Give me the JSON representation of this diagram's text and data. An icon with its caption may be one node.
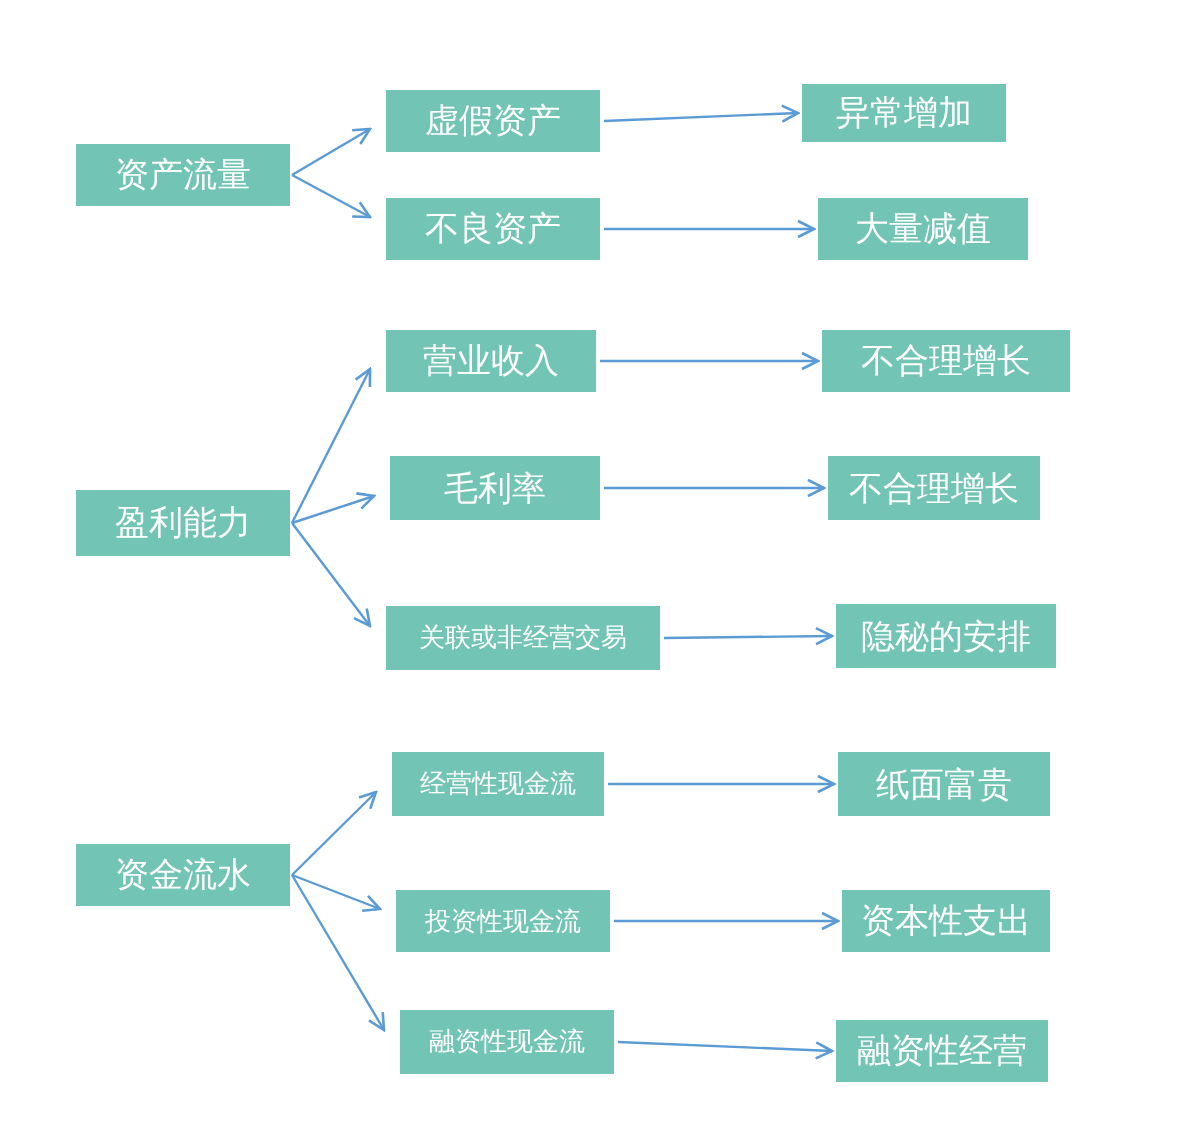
{
  "diagram": {
    "nodes": [
      {
        "text": [
          "资产流量"
        ]
      },
      {
        "text": [
          "虚假资产"
        ]
      },
      {
        "text": [
          "不良资产"
        ]
      },
      {
        "text": [
          "异常增加"
        ]
      },
      {
        "text": [
          "大量减值"
        ]
      },
      {
        "text": [
          "盈利能力"
        ]
      },
      {
        "text": [
          "营业收入"
        ]
      },
      {
        "text": [
          "毛利率"
        ]
      },
      {
        "text": [
          "关联或非经营交易"
        ]
      },
      {
        "text": [
          "不合理增长"
        ]
      },
      {
        "text": [
          "不合理增长"
        ]
      },
      {
        "text": [
          "隐秘的安排"
        ]
      },
      {
        "text": [
          "资金流水"
        ]
      },
      {
        "text": [
          "经营性现金流"
        ]
      },
      {
        "text": [
          "投资性现金流"
        ]
      },
      {
        "text": [
          "融资性现金流"
        ]
      },
      {
        "text": [
          "纸面富贵"
        ]
      },
      {
        "text": [
          "资本性支出"
        ]
      },
      {
        "text": [
          "融资性经营"
        ]
      }
    ],
    "edges": [
      {
        "from": 0,
        "to": 1,
        "arrow": "to"
      },
      {
        "from": 0,
        "to": 2,
        "arrow": "to"
      },
      {
        "from": 1,
        "to": 3,
        "arrow": "to"
      },
      {
        "from": 2,
        "to": 4,
        "arrow": "to"
      },
      {
        "from": 5,
        "to": 6,
        "arrow": "to"
      },
      {
        "from": 5,
        "to": 7,
        "arrow": "to"
      },
      {
        "from": 5,
        "to": 8,
        "arrow": "to"
      },
      {
        "from": 6,
        "to": 9,
        "arrow": "to"
      },
      {
        "from": 7,
        "to": 10,
        "arrow": "to"
      },
      {
        "from": 8,
        "to": 11,
        "arrow": "to"
      },
      {
        "from": 12,
        "to": 13,
        "arrow": "to"
      },
      {
        "from": 12,
        "to": 14,
        "arrow": "to"
      },
      {
        "from": 12,
        "to": 15,
        "arrow": "to"
      },
      {
        "from": 13,
        "to": 16,
        "arrow": "to"
      },
      {
        "from": 14,
        "to": 17,
        "arrow": "to"
      },
      {
        "from": 15,
        "to": 18,
        "arrow": "to"
      }
    ]
  }
}
